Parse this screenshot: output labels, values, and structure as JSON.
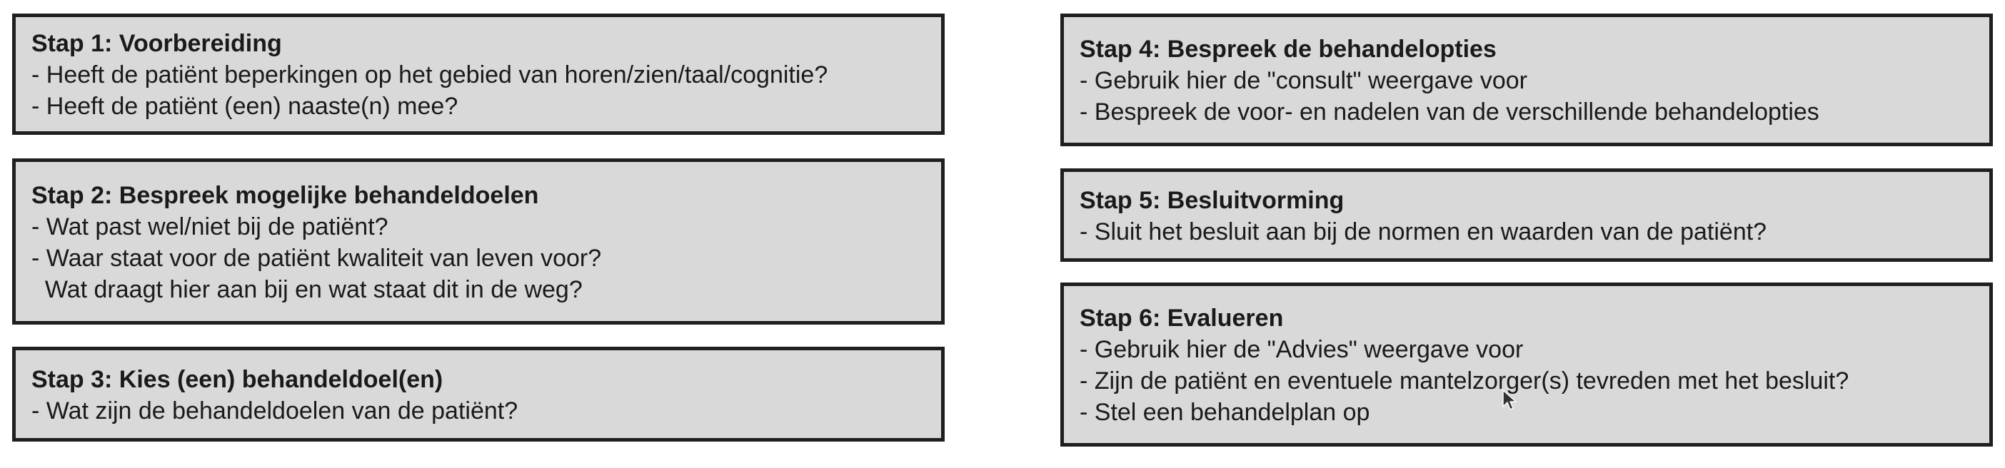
{
  "steps": [
    {
      "title": "Stap 1: Voorbereiding",
      "lines": [
        "- Heeft de patiënt beperkingen op het gebied van horen/zien/taal/cognitie?",
        "- Heeft de patiënt (een) naaste(n) mee?"
      ]
    },
    {
      "title": "Stap 2: Bespreek mogelijke behandeldoelen",
      "lines": [
        "- Wat past wel/niet bij de patiënt?",
        "- Waar staat voor de patiënt kwaliteit van leven voor?",
        "  Wat draagt hier aan bij en wat staat dit in de weg?"
      ]
    },
    {
      "title": "Stap 3: Kies (een) behandeldoel(en)",
      "lines": [
        "- Wat zijn de behandeldoelen van de patiënt?"
      ]
    },
    {
      "title": "Stap 4: Bespreek de behandelopties",
      "lines": [
        "- Gebruik hier de \"consult\" weergave voor",
        "- Bespreek de voor- en nadelen van de verschillende behandelopties"
      ]
    },
    {
      "title": "Stap 5: Besluitvorming",
      "lines": [
        "- Sluit het besluit aan bij de normen en waarden van de patiënt?"
      ]
    },
    {
      "title": "Stap 6: Evalueren",
      "lines": [
        "- Gebruik hier de \"Advies\" weergave voor",
        "- Zijn de patiënt en eventuele mantelzorger(s) tevreden met het besluit?",
        "- Stel een behandelplan op"
      ]
    }
  ],
  "cursor_icon": "mouse-pointer-icon"
}
